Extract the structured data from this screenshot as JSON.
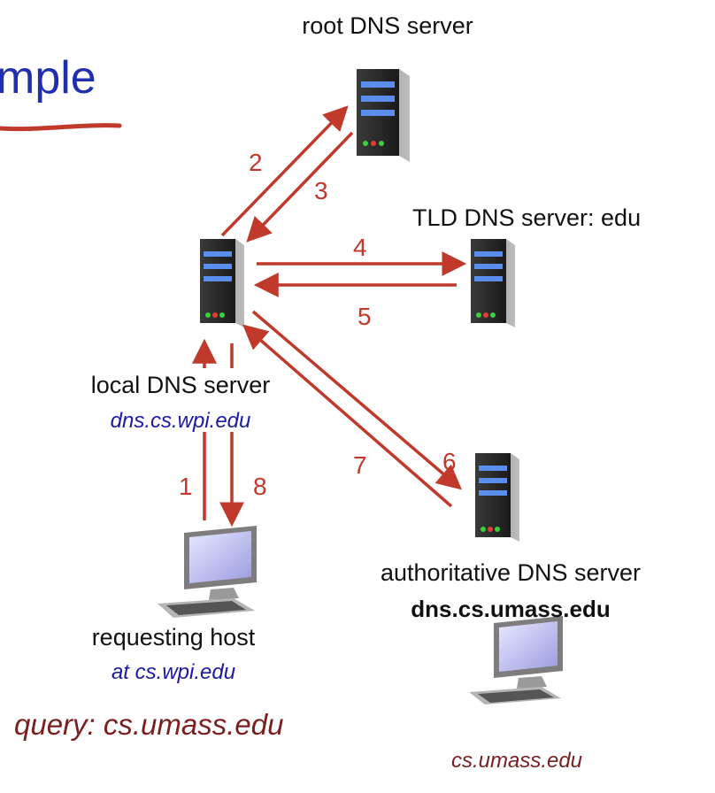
{
  "title_fragment": "mple",
  "nodes": {
    "root": {
      "label": "root DNS server"
    },
    "tld": {
      "label": "TLD DNS server: edu"
    },
    "local": {
      "label": "local DNS server",
      "hostname": "dns.cs.wpi.edu"
    },
    "authoritative": {
      "label": "authoritative DNS server",
      "hostname": "dns.cs.umass.edu"
    },
    "requesting_host": {
      "label": "requesting host",
      "location": "at cs.wpi.edu"
    },
    "target_host": {
      "hostname": "cs.umass.edu"
    }
  },
  "query_text": "query: cs.umass.edu",
  "steps": [
    "1",
    "2",
    "3",
    "4",
    "5",
    "6",
    "7",
    "8"
  ],
  "colors": {
    "arrow": "#c0392b",
    "title": "#1f2fb0",
    "hostname": "#1a1aa6",
    "query": "#7a1f1f",
    "underline": "#c0392b"
  }
}
